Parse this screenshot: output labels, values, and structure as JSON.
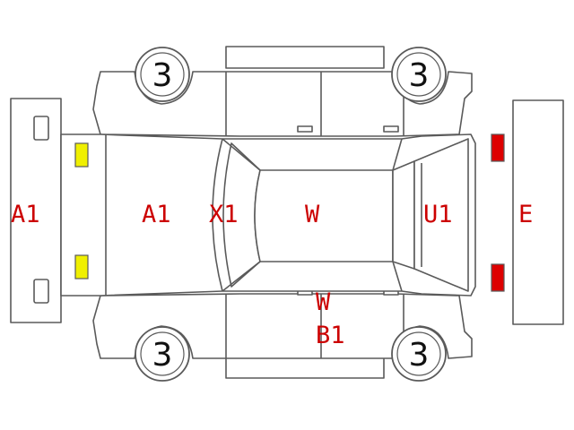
{
  "diagram": {
    "colors": {
      "outline": "#5a5a5a",
      "damage_code": "#cc0000",
      "front_lamp": "#f0f000",
      "rear_lamp": "#dd0000"
    },
    "tires": [
      {
        "position": "front-left",
        "value": "3"
      },
      {
        "position": "rear-left",
        "value": "3"
      },
      {
        "position": "front-right",
        "value": "3"
      },
      {
        "position": "rear-right",
        "value": "3"
      }
    ],
    "damage_codes": {
      "front_bumper": "A1",
      "hood": "A1",
      "windshield": "X1",
      "roof": "W",
      "rear_window": "U1",
      "rear_bumper": "E",
      "lower_side_1": "W",
      "lower_side_2": "B1"
    }
  }
}
